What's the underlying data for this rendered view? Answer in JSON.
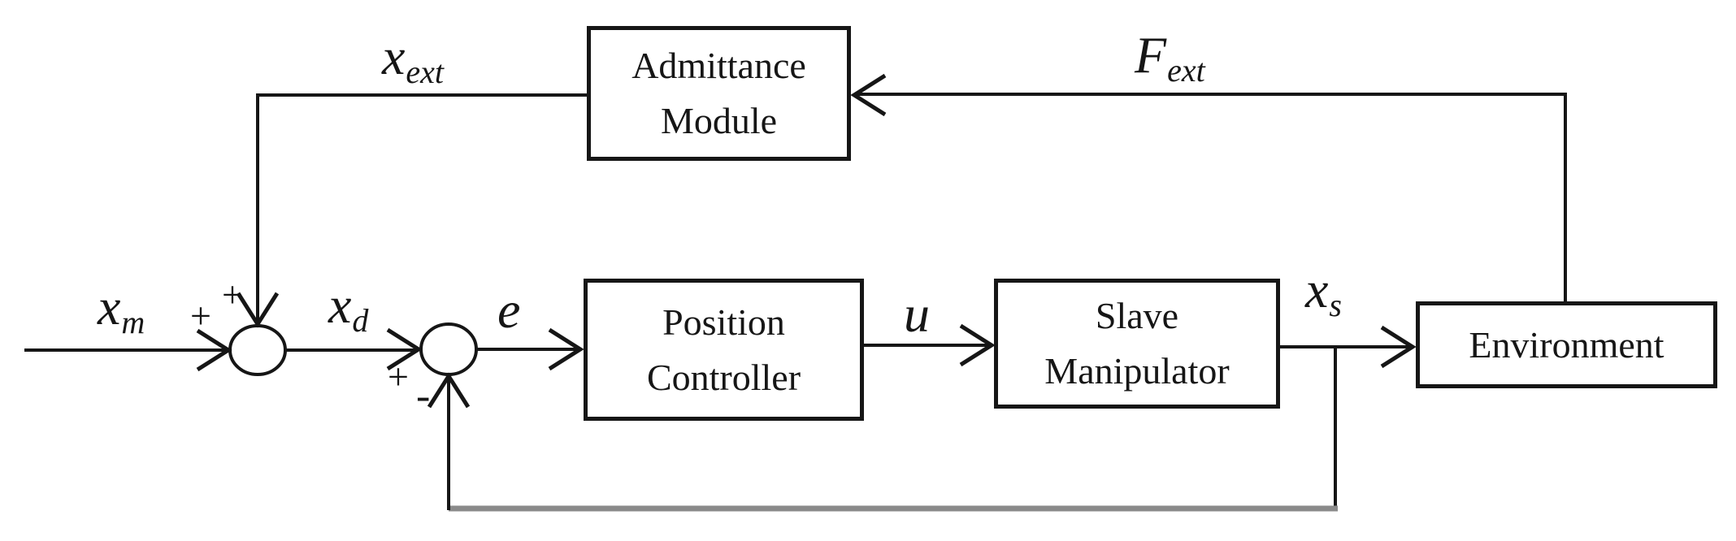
{
  "diagram": {
    "type": "control-block-diagram",
    "title_hint": "Admittance-based position control loop of a slave manipulator",
    "colors": {
      "background": "#ffffff",
      "line": "#161616",
      "feedback_line_gray": "#8a8a8a"
    },
    "boxes": {
      "admittance": {
        "label": "Admittance\nModule"
      },
      "position": {
        "label": "Position\nController"
      },
      "slave": {
        "label": "Slave\nManipulator"
      },
      "environment": {
        "label": "Environment"
      }
    },
    "signals": {
      "xm": {
        "main": "x",
        "sub": "m"
      },
      "xext": {
        "main": "x",
        "sub": "ext"
      },
      "xd": {
        "main": "x",
        "sub": "d"
      },
      "e": {
        "main": "e",
        "sub": ""
      },
      "u": {
        "main": "u",
        "sub": ""
      },
      "xs": {
        "main": "x",
        "sub": "s"
      },
      "fext": {
        "main": "F",
        "sub": "ext"
      }
    },
    "summing_junctions": {
      "sum1": {
        "inputs": "xm (+ left), xext (+ top)",
        "signs": {
          "left": "+",
          "top": "+"
        }
      },
      "sum2": {
        "inputs": "xd (+ left), xs feedback (- bottom)",
        "signs": {
          "left": "+",
          "bottom": "-"
        }
      }
    },
    "edges": [
      "xm -> sum1",
      "xext: admittance -> sum1 (top)",
      "sum1 -> sum2 (xd)",
      "sum2 -> position (e)",
      "position -> slave (u)",
      "slave -> environment (xs)",
      "xs -> sum2 (negative feedback, gray bottom line)",
      "Fext: environment -> admittance"
    ]
  }
}
